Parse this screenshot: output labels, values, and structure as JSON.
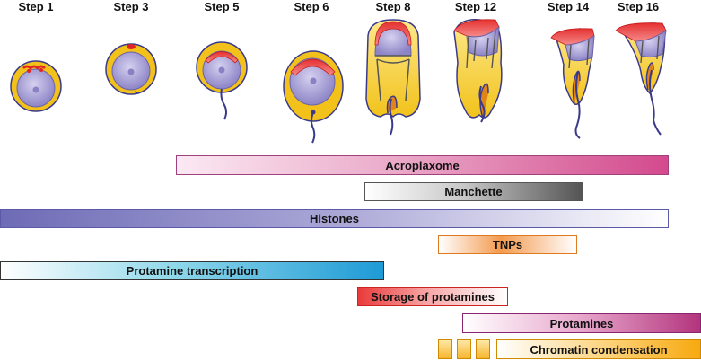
{
  "steps": [
    "Step 1",
    "Step 3",
    "Step 5",
    "Step 6",
    "Step 8",
    "Step 12",
    "Step 14",
    "Step 16"
  ],
  "bars": {
    "acroplaxome": "Acroplaxome",
    "manchette": "Manchette",
    "histones": "Histones",
    "tnps": "TNPs",
    "protamine_transcription": "Protamine transcription",
    "storage_of_protamines": "Storage of protamines",
    "protamines": "Protamines",
    "chromatin_condensation": "Chromatin condensation"
  },
  "colors": {
    "cytoplasm": "#f2c21b",
    "nucleus": "#9c94cf",
    "acrosome": "#e02424",
    "outline": "#3a3a8a"
  }
}
